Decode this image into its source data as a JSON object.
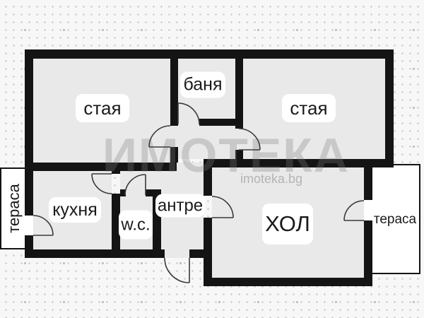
{
  "floorplan": {
    "rooms": {
      "bedroom_left": "стая",
      "bathroom": "баня",
      "bedroom_right": "стая",
      "kitchen": "кухня",
      "wc": "w.c.",
      "hallway": "антре",
      "living_room": "ХОЛ",
      "terrace_left": "тераса",
      "terrace_right": "тераса"
    },
    "watermark": {
      "brand": "ИМОТЕКА",
      "site": "imoteka.bg"
    },
    "colors": {
      "wall": "#141414",
      "room_fill": "#e9e9e9",
      "terrace_fill": "#ffffff",
      "background": "#f7f7f7",
      "label_text": "#1a1a1a"
    }
  }
}
